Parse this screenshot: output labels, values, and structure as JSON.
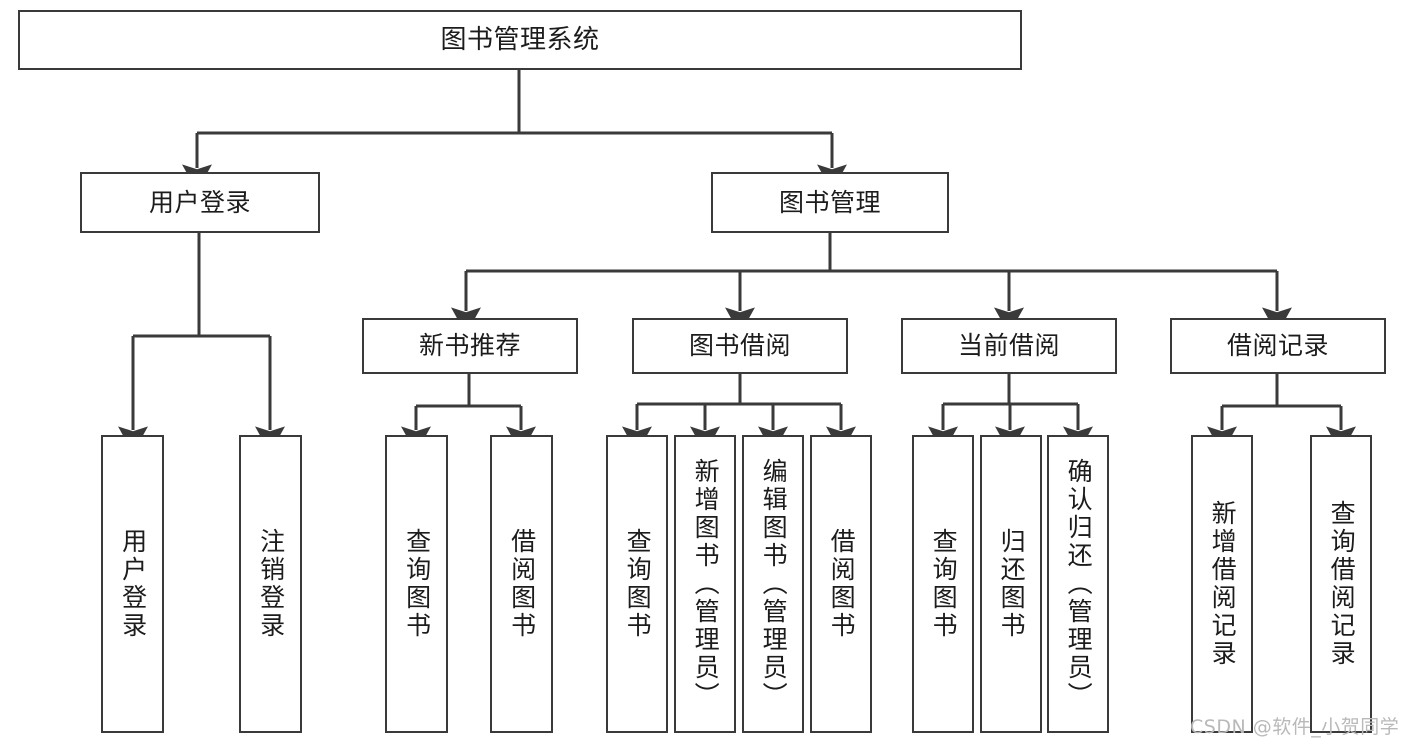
{
  "diagram": {
    "title": "图书管理系统",
    "type": "tree-hierarchy-chart",
    "colors": {
      "background": "#ffffff",
      "node_border": "#3a3a3a",
      "node_fill": "#ffffff",
      "edge": "#3a3a3a",
      "text": "#1c1c1c",
      "watermark": "#b9b9b9"
    },
    "nodes": {
      "root": {
        "label": "图书管理系统"
      },
      "level1": [
        {
          "id": "user-login",
          "label": "用户登录"
        },
        {
          "id": "book-manage",
          "label": "图书管理"
        }
      ],
      "level2": [
        {
          "id": "new-book-recommend",
          "label": "新书推荐"
        },
        {
          "id": "book-borrow",
          "label": "图书借阅"
        },
        {
          "id": "current-borrow",
          "label": "当前借阅"
        },
        {
          "id": "borrow-record",
          "label": "借阅记录"
        }
      ],
      "leaves": {
        "user-login": [
          {
            "id": "leaf-user-login",
            "label": "用户登录"
          },
          {
            "id": "leaf-user-logout",
            "label": "注销登录"
          }
        ],
        "new-book-recommend": [
          {
            "id": "leaf-query-book-1",
            "label": "查询图书"
          },
          {
            "id": "leaf-borrow-book-1",
            "label": "借阅图书"
          }
        ],
        "book-borrow": [
          {
            "id": "leaf-query-book-2",
            "label": "查询图书"
          },
          {
            "id": "leaf-add-book",
            "label": "新增图书（管理员）"
          },
          {
            "id": "leaf-edit-book",
            "label": "编辑图书（管理员）"
          },
          {
            "id": "leaf-borrow-book-2",
            "label": "借阅图书"
          }
        ],
        "current-borrow": [
          {
            "id": "leaf-query-book-3",
            "label": "查询图书"
          },
          {
            "id": "leaf-return-book",
            "label": "归还图书"
          },
          {
            "id": "leaf-confirm-return",
            "label": "确认归还（管理员）"
          }
        ],
        "borrow-record": [
          {
            "id": "leaf-add-record",
            "label": "新增借阅记录"
          },
          {
            "id": "leaf-query-record",
            "label": "查询借阅记录"
          }
        ]
      }
    },
    "watermark": "CSDN @软件_小贺同学"
  }
}
